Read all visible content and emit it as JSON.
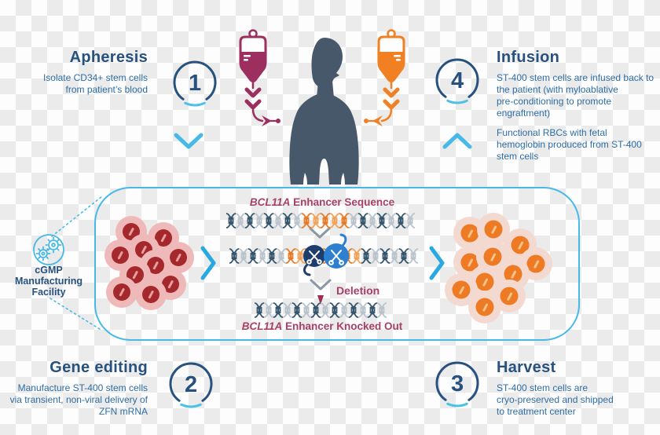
{
  "steps": {
    "apheresis": {
      "number": "1",
      "title": "Apheresis",
      "lines": [
        "Isolate CD34+ stem cells",
        "from patient’s blood"
      ]
    },
    "gene_editing": {
      "number": "2",
      "title": "Gene editing",
      "lines": [
        "Manufacture ST-400 stem cells",
        "via transient, non-viral delivery of",
        "ZFN mRNA"
      ]
    },
    "harvest": {
      "number": "3",
      "title": "Harvest",
      "lines": [
        "ST-400 stem cells are",
        "cryo-preserved and shipped",
        "to treatment center"
      ]
    },
    "infusion": {
      "number": "4",
      "title": "Infusion",
      "lines1": [
        "ST-400 stem cells are infused back to",
        "the patient (with myloablative",
        "pre-conditioning to promote",
        "engraftment)"
      ],
      "lines2": [
        "Functional RBCs with fetal",
        "hemoglobin produced from ST-400",
        "stem cells"
      ]
    }
  },
  "facility": {
    "lines": [
      "cGMP",
      "Manufacturing",
      "Facility"
    ]
  },
  "editing_box": {
    "top_label": {
      "italic": "BCL11A",
      "rest": " Enhancer Sequence"
    },
    "deletion": "Deletion",
    "bottom_label": {
      "italic": "BCL11A",
      "rest": " Enhancer Knocked Out"
    }
  },
  "colors": {
    "heading_navy": "#27517e",
    "body_blue": "#2e6da4",
    "cyan": "#47b9e7",
    "cyan_bright": "#29a9e1",
    "maroon_text": "#a84069",
    "iv_bag_maroon": "#9c2f60",
    "iv_bag_orange": "#f08021",
    "person_slate": "#47586a",
    "dna_dark": "#35566e",
    "dna_light": "#b9c4cd",
    "dna_orange": "#e87a25",
    "scissor_navy": "#1d3e6d",
    "scissor_blue": "#2c80cf",
    "cell_red": "#a5282c",
    "cell_pink": "#efb9ba",
    "cell_orange": "#ee7a23",
    "cell_blush": "#f3d9d0",
    "checker_gray": "#ebebeb"
  }
}
